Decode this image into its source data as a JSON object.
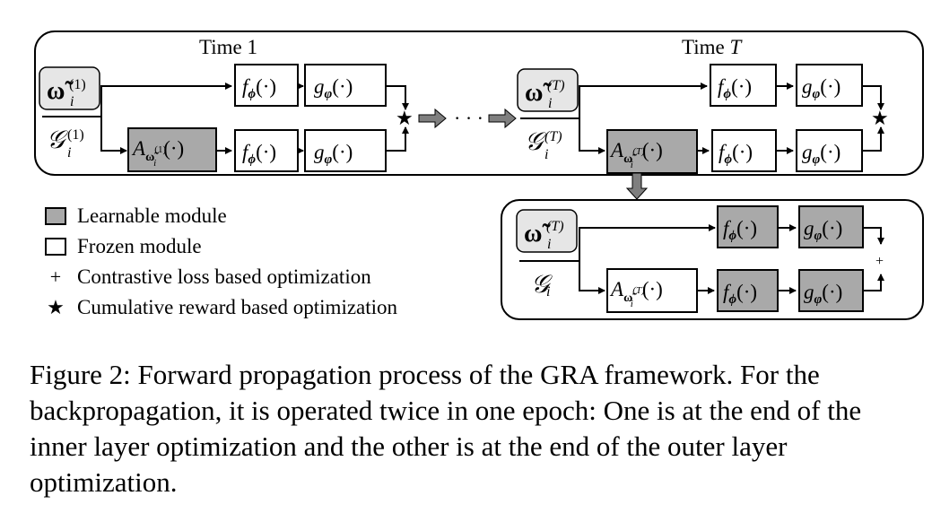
{
  "diagram": {
    "time1_label": "Time 1",
    "timeT_label_prefix": "Time ",
    "timeT_label_var": "T",
    "omega_symbol": "ω̃",
    "sub_i": "i",
    "sup_1": "(1)",
    "sup_T": "(T)",
    "graph_symbol": "𝒢",
    "f_label": "f",
    "f_sub": "ϕ",
    "g_label": "g",
    "g_sub": "φ",
    "arg": "(·)",
    "aug_label": "A",
    "ellipsis": "· · ·",
    "star": "★",
    "plus": "+",
    "colors": {
      "learnable": "#a9a9a9",
      "frozen": "#ffffff",
      "input_box": "#e6e6e6",
      "arrow_fill": "#7f7f7f"
    }
  },
  "legend": [
    {
      "type": "swatch-learnable",
      "label": "Learnable module"
    },
    {
      "type": "swatch-frozen",
      "label": "Frozen module"
    },
    {
      "type": "plus",
      "symbol": "+",
      "label": "Contrastive loss based optimization"
    },
    {
      "type": "star",
      "symbol": "★",
      "label": "Cumulative reward based optimization"
    }
  ],
  "caption": "Figure 2: Forward propagation process of the GRA framework. For the backpropagation, it is operated twice in one epoch: One is at the end of the inner layer optimization and the other is at the end of the outer layer optimization."
}
